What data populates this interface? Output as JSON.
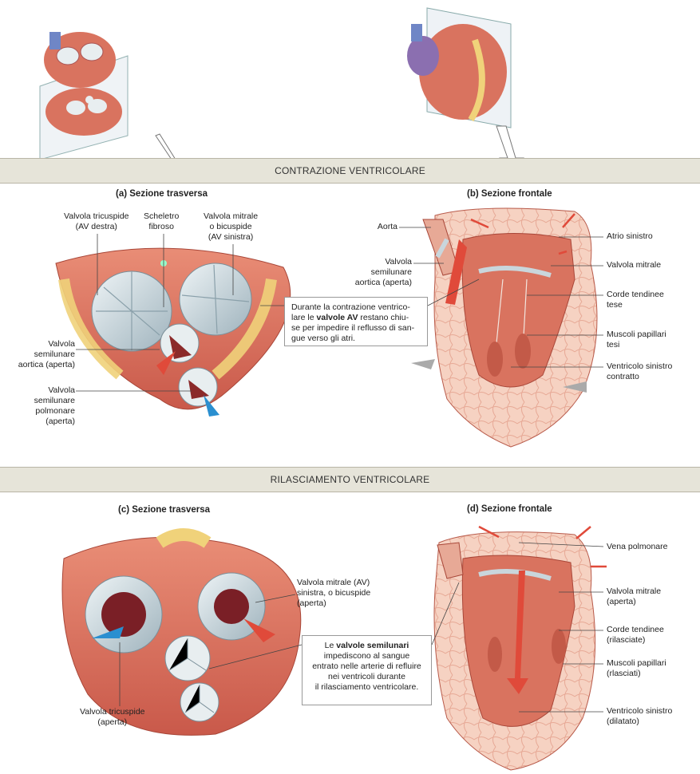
{
  "sections": [
    {
      "title": "CONTRAZIONE VENTRICOLARE"
    },
    {
      "title": "RILASCIAMENTO VENTRICOLARE"
    }
  ],
  "panels": {
    "a": {
      "title": "(a) Sezione trasversa",
      "labels": {
        "tricuspid": "Valvola tricuspide\n(AV destra)",
        "skeleton": "Scheletro\nfibroso",
        "mitral": "Valvola mitrale\no bicuspide\n(AV sinistra)",
        "aortic": "Valvola\nsemilunare\naortica (aperta)",
        "pulmonary": "Valvola\nsemilunare\npolmonare\n(aperta)"
      }
    },
    "b": {
      "title": "(b) Sezione frontale",
      "labels": {
        "aorta": "Aorta",
        "aortic_valve": "Valvola\nsemilunare\naortica (aperta)",
        "left_atrium": "Atrio sinistro",
        "mitral": "Valvola mitrale",
        "chordae": "Corde tendinee\ntese",
        "papillary": "Muscoli papillari\ntesi",
        "ventricle": "Ventricolo sinistro\ncontratto"
      }
    },
    "c": {
      "title": "(c) Sezione trasversa",
      "labels": {
        "mitral": "Valvola mitrale (AV)\nsinistra, o bicuspide\n(aperta)",
        "tricuspid": "Valvola tricuspide\n(aperta)"
      }
    },
    "d": {
      "title": "(d) Sezione frontale",
      "labels": {
        "pulmonary_vein": "Vena polmonare",
        "mitral": "Valvola mitrale\n(aperta)",
        "chordae": "Corde tendinee\n(rilasciate)",
        "papillary": "Muscoli papillari\n(rlasciati)",
        "ventricle": "Ventricolo sinistro\n(dilatato)"
      }
    }
  },
  "callouts": {
    "contraction": {
      "pre": "Durante la contrazione ventrico-\nlare le ",
      "bold": "valvole AV",
      "post": " restano chiu-\nse per impedire il reflusso di san-\ngue verso gli atri."
    },
    "relaxation": {
      "pre": "Le ",
      "bold": "valvole semilunari",
      "post": "\nimpediscono al sangue\nentrato nelle arterie di refluire\nnei ventricoli durante\nil rilasciamento ventricolare."
    }
  },
  "colors": {
    "band": "#e6e4d9",
    "muscle": "#d9735f",
    "muscle_dark": "#b84a3c",
    "fat": "#f0d27a",
    "valve": "#c9d6dc",
    "blood_arrow_red": "#e04a3a",
    "blood_arrow_blue": "#2a8fd0",
    "wall_pattern": "#f3c9b8"
  }
}
